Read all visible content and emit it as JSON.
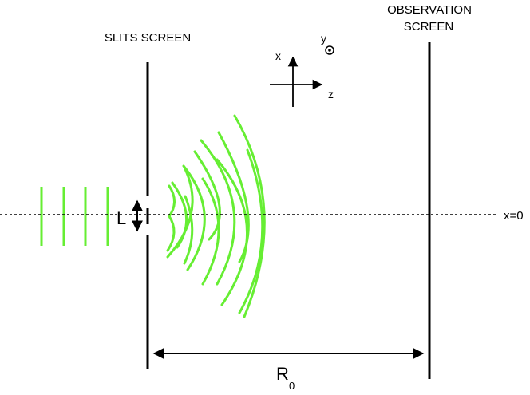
{
  "labels": {
    "slits_screen": "SLITS SCREEN",
    "observation_line1": "OBSERVATION",
    "observation_line2": "SCREEN",
    "axis_x": "x",
    "axis_y": "y",
    "axis_z": "z",
    "axis_zero": "x=0",
    "slit_spacing": "L",
    "distance_main": "R",
    "distance_sub": "0"
  },
  "colors": {
    "wave": "#66ee33",
    "line": "#000000",
    "background": "#ffffff"
  },
  "icons": {
    "y_axis_marker": "out-of-page-dot-icon",
    "arrowheads": "arrow-icon"
  }
}
